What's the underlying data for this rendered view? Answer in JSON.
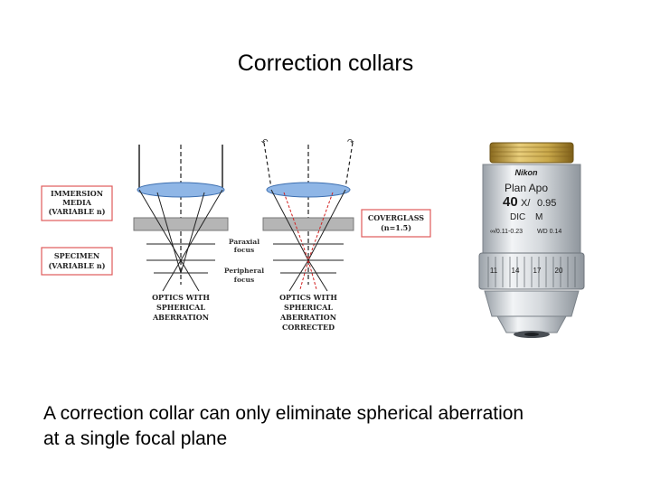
{
  "title": "Correction collars",
  "caption_line1": "A correction collar can only eliminate spherical aberration",
  "caption_line2": "at a single focal plane",
  "diagram": {
    "immersion_label": [
      "IMMERSION",
      "MEDIA",
      "(VARIABLE n)"
    ],
    "specimen_label": [
      "SPECIMEN",
      "(VARIABLE n)"
    ],
    "coverglass_label": [
      "COVERGLASS",
      "(n=1.5)"
    ],
    "paraxial_label": [
      "Paraxial",
      "focus"
    ],
    "peripheral_label": [
      "Peripheral",
      "focus"
    ],
    "left_caption": [
      "OPTICS WITH",
      "SPHERICAL",
      "ABERRATION"
    ],
    "right_caption": [
      "OPTICS WITH",
      "SPHERICAL",
      "ABERRATION",
      "CORRECTED"
    ],
    "colors": {
      "red_box": "#e05a5a",
      "lens": "#6f9fd8",
      "glass": "#b5b5b5",
      "ray_red": "#d22020"
    }
  },
  "objective": {
    "brand": "Nikon",
    "line1": "Plan Apo",
    "mag": "40",
    "mag_suffix": "X/",
    "na": "0.95",
    "dic": "DIC",
    "m": "M",
    "line4a": "∞/0.11-0.23",
    "line4b": "WD 0.14",
    "scale": [
      "11",
      "14",
      "17",
      "20"
    ],
    "colors": {
      "gold": "#c9a84a",
      "silver": "#d9dde2"
    }
  }
}
